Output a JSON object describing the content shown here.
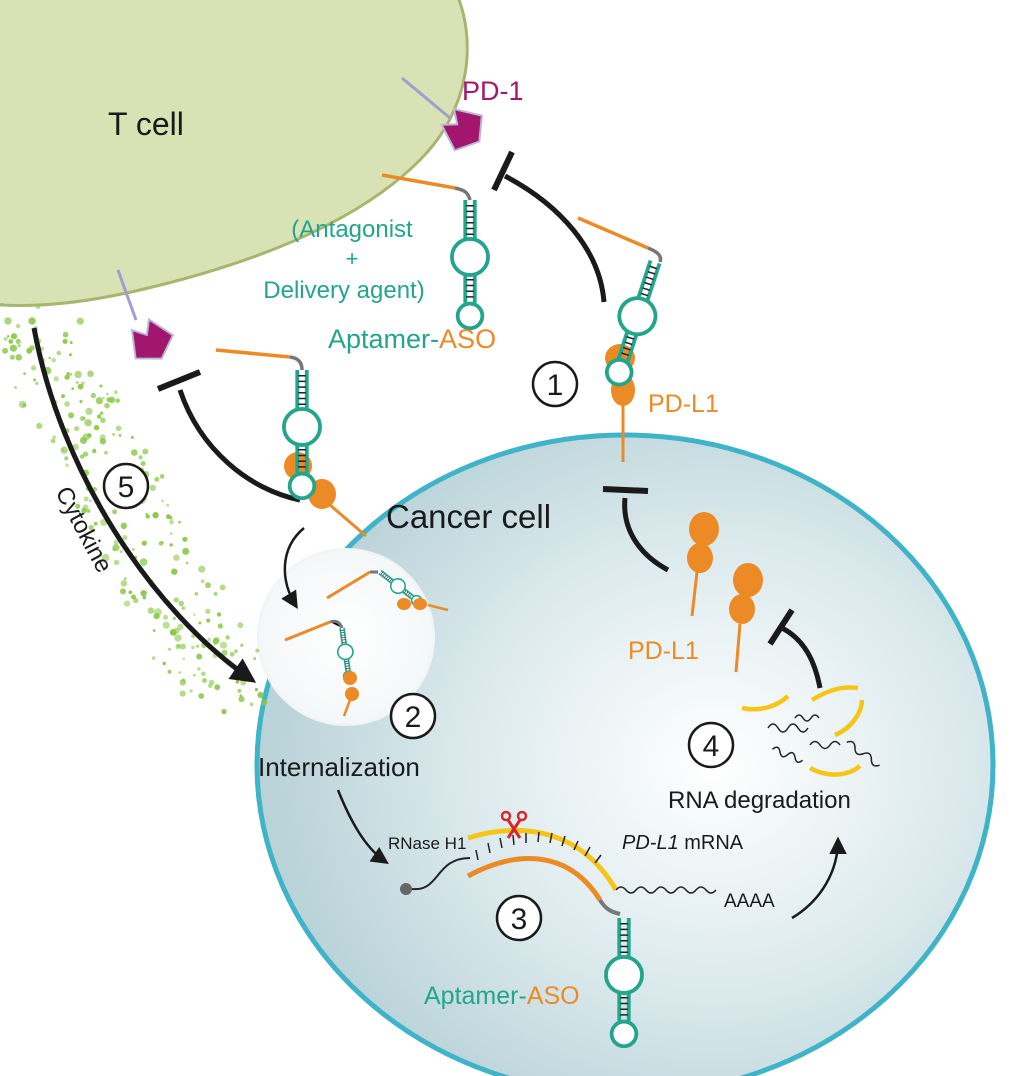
{
  "labels": {
    "t_cell": "T cell",
    "pd1": "PD-1",
    "antagonist_line1": "(Antagonist",
    "antagonist_plus": "+",
    "antagonist_line2": "Delivery agent)",
    "aptamer_top_a": "Aptamer-",
    "aptamer_top_b": "ASO",
    "pdl1_top": "PD-L1",
    "cancer_cell": "Cancer cell",
    "cytokine": "Cytokine",
    "internalization": "Internalization",
    "pdl1_inner": "PD-L1",
    "rnase": "RNase H1",
    "mrna_italic": "PD-L1",
    "mrna_suffix": " mRNA",
    "polya": "AAAA",
    "aptamer_bottom_a": "Aptamer-",
    "aptamer_bottom_b": "ASO",
    "rna_degradation": "RNA degradation"
  },
  "steps": [
    "1",
    "2",
    "3",
    "4",
    "5"
  ],
  "colors": {
    "t_cell_fill": "#d8e2b4",
    "t_cell_stroke": "#a9b46e",
    "cancer_stroke": "#3fb3c8",
    "aptamer_teal": "#22a58c",
    "orange": "#ec8a25",
    "pd1_magenta": "#a3166e",
    "mrna_yellow": "#f5c518",
    "dots_green": "#8cc84b",
    "scissor_red": "#d7262e"
  }
}
